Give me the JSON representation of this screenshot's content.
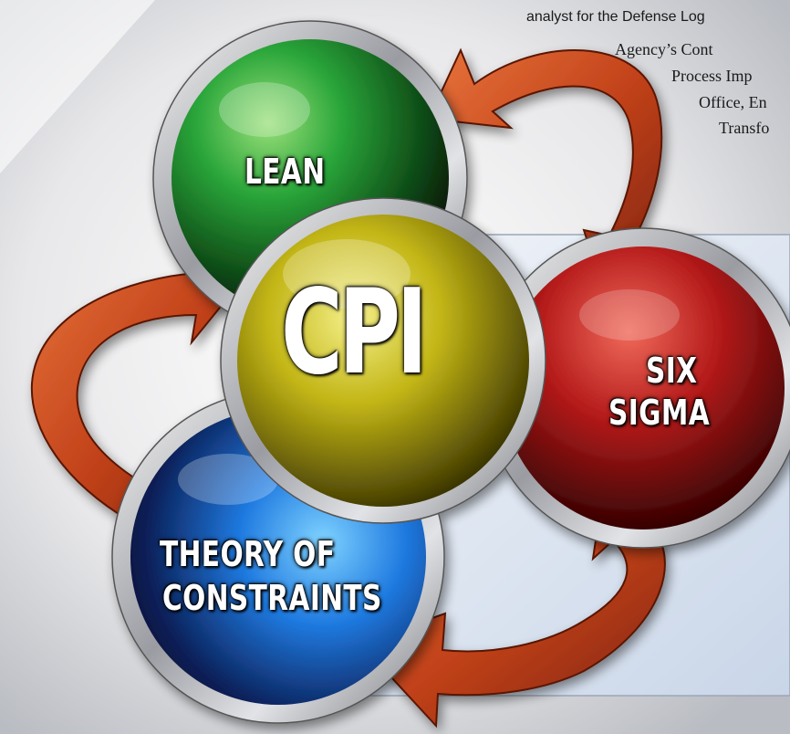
{
  "caption_lines": [
    "analyst for the Defense Log",
    "Agency’s Cont",
    "Process Imp",
    "Office, En",
    "Transfo"
  ],
  "labels": {
    "lean": "LEAN",
    "cpi": "CPI",
    "six_sigma_line1": "SIX",
    "six_sigma_line2": "SIGMA",
    "toc_line1": "THEORY OF",
    "toc_line2": "CONSTRAINTS"
  },
  "colors": {
    "lean": "#1d8a2a",
    "cpi": "#b5a810",
    "six_sigma": "#b01818",
    "toc": "#1f6fd1",
    "arrow": "#c8471b",
    "panel": "#d9e3f0"
  }
}
